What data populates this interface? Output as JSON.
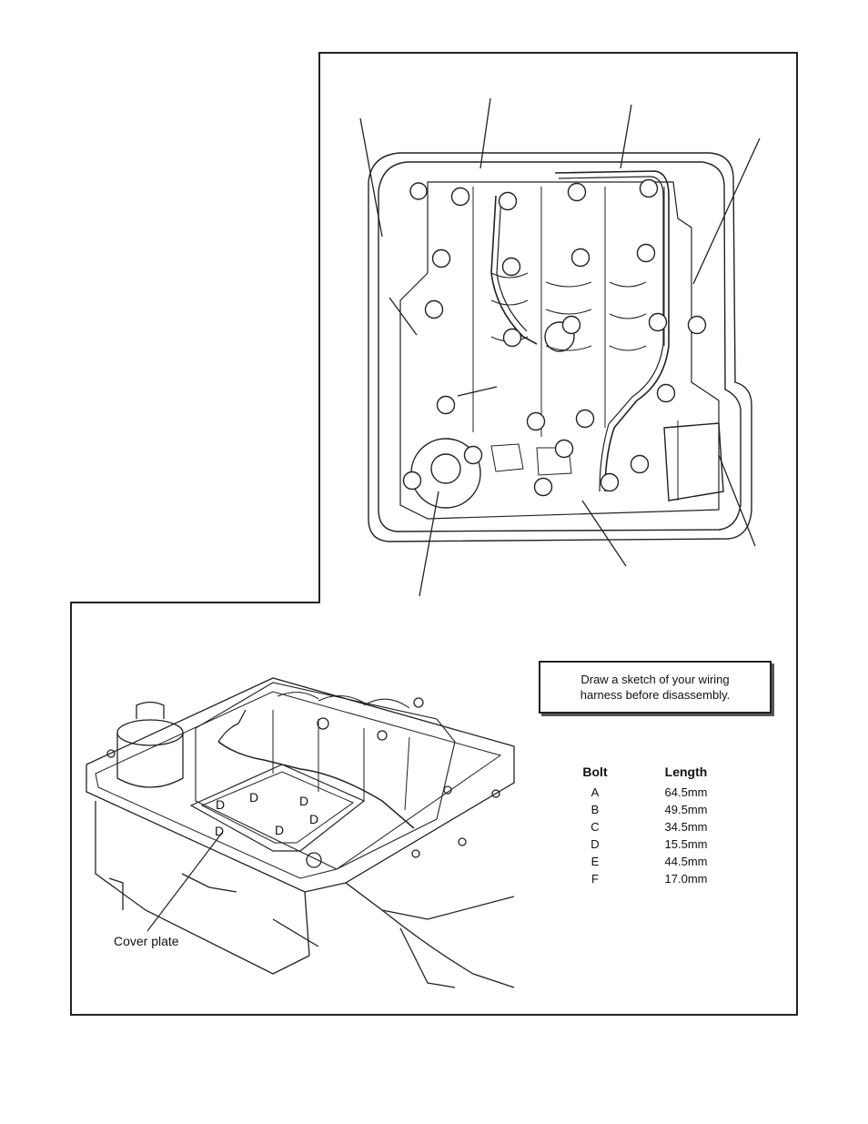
{
  "note": {
    "line1": "Draw a sketch of your wiring",
    "line2": "harness before disassembly."
  },
  "bolt_table": {
    "header_bolt": "Bolt",
    "header_length": "Length",
    "rows": [
      {
        "bolt": "A",
        "length": "64.5mm"
      },
      {
        "bolt": "B",
        "length": "49.5mm"
      },
      {
        "bolt": "C",
        "length": "34.5mm"
      },
      {
        "bolt": "D",
        "length": "15.5mm"
      },
      {
        "bolt": "E",
        "length": "44.5mm"
      },
      {
        "bolt": "F",
        "length": "17.0mm"
      }
    ]
  },
  "illustration": {
    "cover_plate_label": "Cover plate",
    "bolt_marker": "D"
  }
}
